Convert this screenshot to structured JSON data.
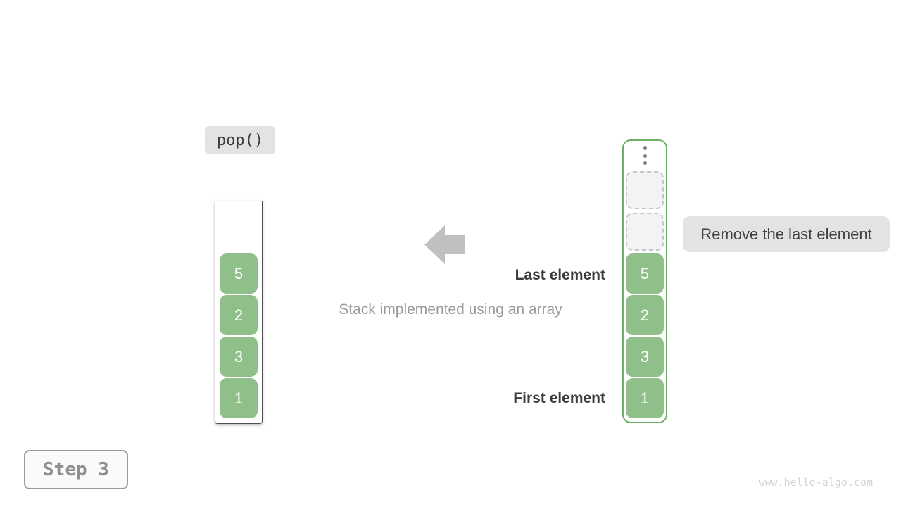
{
  "figure": {
    "operation_label": "pop()",
    "annotation_label": "Remove the last element",
    "caption": "Stack implemented using an array",
    "last_element_label": "Last element",
    "first_element_label": "First element",
    "step_label": "Step 3",
    "watermark": "www.hello-algo.com"
  },
  "stack": {
    "cells": [
      "5",
      "2",
      "3",
      "1"
    ]
  },
  "array": {
    "empty_cell_count": 2,
    "cells": [
      "5",
      "2",
      "3",
      "1"
    ]
  },
  "colors": {
    "cell-green": "#8fc08a",
    "container-green": "#6fae66",
    "gray-box": "#e3e3e3",
    "dark-text": "#3c3c3c",
    "gray-text": "#9a9a9a",
    "arrow": "#c0c0c0",
    "dashed-border": "#c6c6c6",
    "dashed-fill": "#f3f3f3",
    "stack-border": "#4f4f4f",
    "step-border": "#9b9b9b",
    "step-bg": "#fafafa",
    "step-text": "#8f8f8f",
    "watermark": "#d4d4d4",
    "dots": "#7d7d7d"
  }
}
